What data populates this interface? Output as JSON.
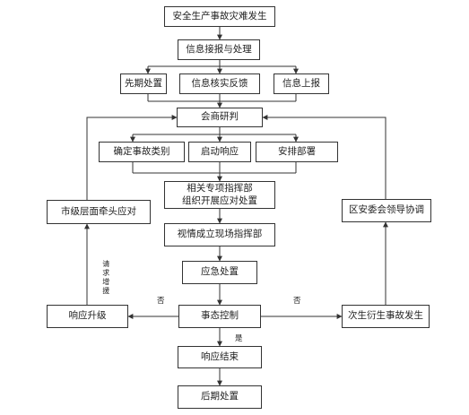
{
  "diagram": {
    "nodes": {
      "incident": "安全生产事故灾难发生",
      "info_receive": "信息接报与处理",
      "early_response": "先期处置",
      "info_verify": "信息核实反馈",
      "info_report": "信息上报",
      "consult": "会商研判",
      "determine_type": "确定事故类别",
      "activate_response": "启动响应",
      "arrange_deploy": "安排部署",
      "command_org": "相关专项指挥部\n组织开展应对处置",
      "site_command": "视情成立现场指挥部",
      "emergency_handle": "应急处置",
      "situation_control": "事态控制",
      "response_end": "响应结束",
      "aftermath": "后期处置",
      "response_upgrade": "响应升级",
      "city_lead": "市级层面牵头应对",
      "secondary_incident": "次生衍生事故发生",
      "district_coord": "区安委会领导协调"
    },
    "labels": {
      "no_left": "否",
      "no_right": "否",
      "yes": "是",
      "request_support": "请求增援"
    }
  }
}
